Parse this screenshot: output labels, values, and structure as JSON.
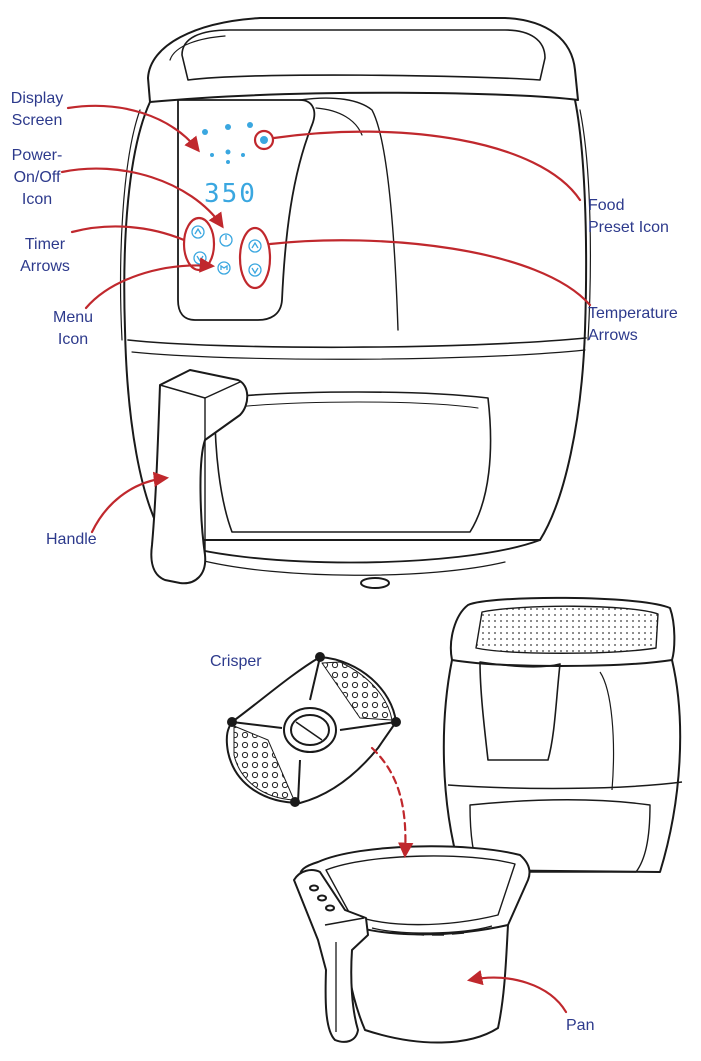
{
  "labels": {
    "display_screen": "Display\nScreen",
    "power_icon": "Power-\nOn/Off\nIcon",
    "timer_arrows": "Timer\nArrows",
    "menu_icon": "Menu\nIcon",
    "handle": "Handle",
    "food_preset_icon": "Food\nPreset Icon",
    "temperature_arrows": "Temperature\nArrows",
    "crisper": "Crisper",
    "pan": "Pan"
  },
  "display": {
    "temperature_readout": "350"
  },
  "colors": {
    "label_text": "#2d3a8c",
    "callout": "#c0282d",
    "display_digits": "#3aa7e0",
    "line_art": "#1a1a1a"
  },
  "icons": [
    "power-icon",
    "timer-up-arrow-icon",
    "timer-down-arrow-icon",
    "menu-icon",
    "temperature-up-arrow-icon",
    "temperature-down-arrow-icon",
    "food-preset-icon"
  ]
}
